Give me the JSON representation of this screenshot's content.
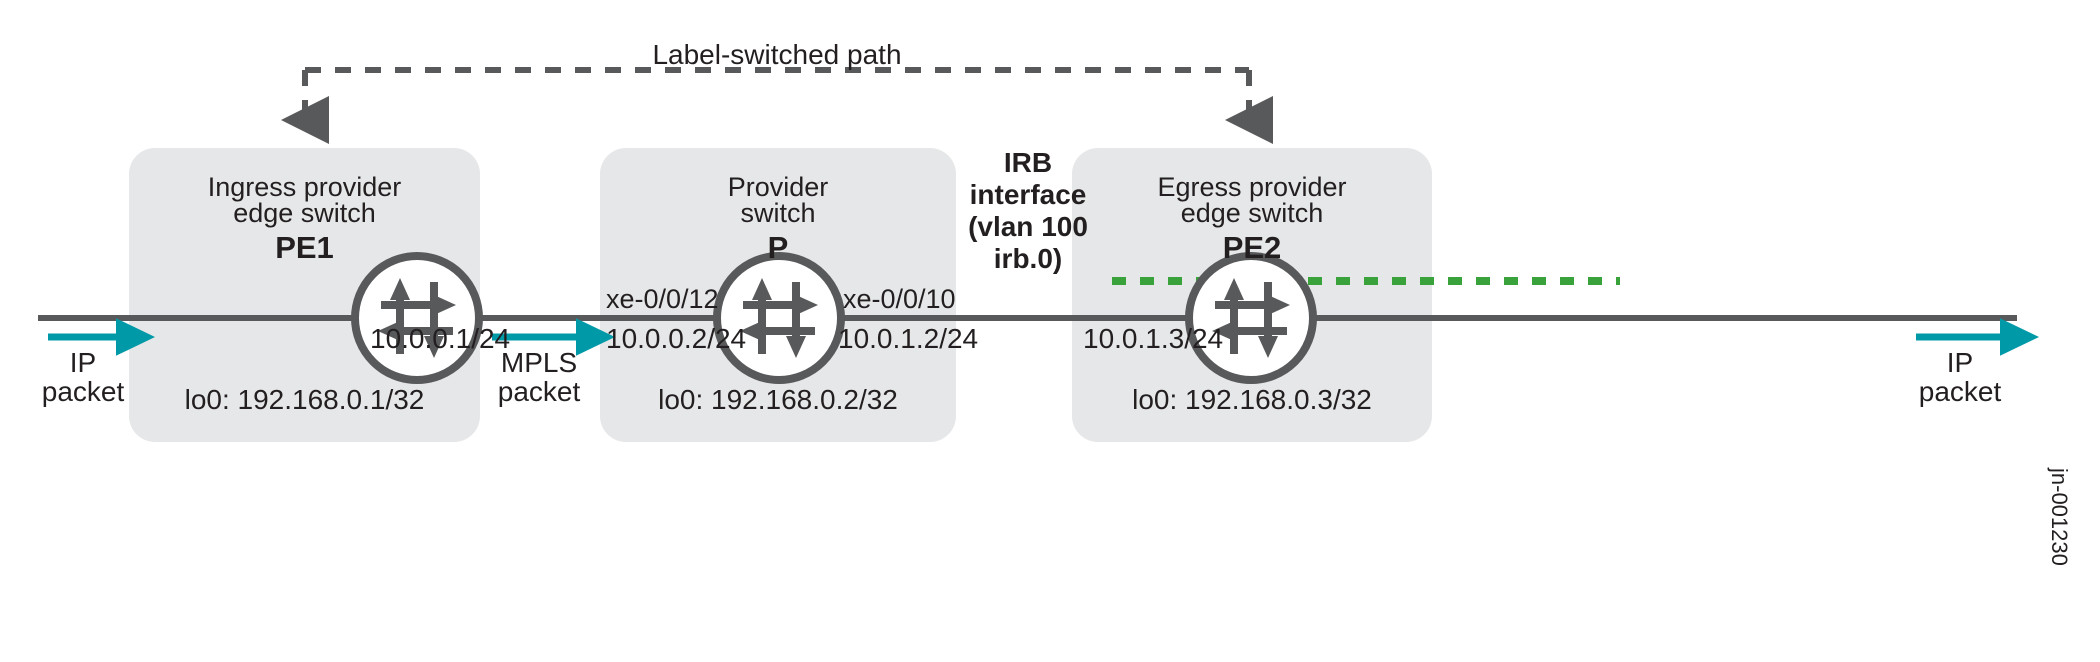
{
  "diagram": {
    "title_annotation": "Label-switched path",
    "figure_id": "jn-001230",
    "colors": {
      "node_fill": "#e6e7e8",
      "line": "#58595b",
      "packet_arrow": "#0099a8",
      "irb_link": "#3aa23a",
      "text": "#231f20"
    },
    "nodes": [
      {
        "role_line1": "Ingress provider",
        "role_line2": "edge switch",
        "name": "PE1",
        "loopback": "lo0: 192.168.0.1/32",
        "icon": "router-icon",
        "interfaces": {
          "right_ip": "10.0.0.1/24"
        }
      },
      {
        "role_line1": "Provider",
        "role_line2": "switch",
        "name": "P",
        "loopback": "lo0: 192.168.0.2/32",
        "icon": "router-icon",
        "interfaces": {
          "left_name": "xe-0/0/12",
          "left_ip": "10.0.0.2/24",
          "right_name": "xe-0/0/10",
          "right_ip": "10.0.1.2/24"
        }
      },
      {
        "role_line1": "Egress provider",
        "role_line2": "edge switch",
        "name": "PE2",
        "loopback": "lo0: 192.168.0.3/32",
        "icon": "router-icon",
        "interfaces": {
          "left_ip": "10.0.1.3/24"
        }
      }
    ],
    "irb": {
      "line1": "IRB",
      "line2": "interface",
      "line3": "(vlan 100",
      "line4": "irb.0)"
    },
    "packets": [
      {
        "line1": "IP",
        "line2": "packet"
      },
      {
        "line1": "MPLS",
        "line2": "packet"
      },
      {
        "line1": "IP",
        "line2": "packet"
      }
    ]
  }
}
